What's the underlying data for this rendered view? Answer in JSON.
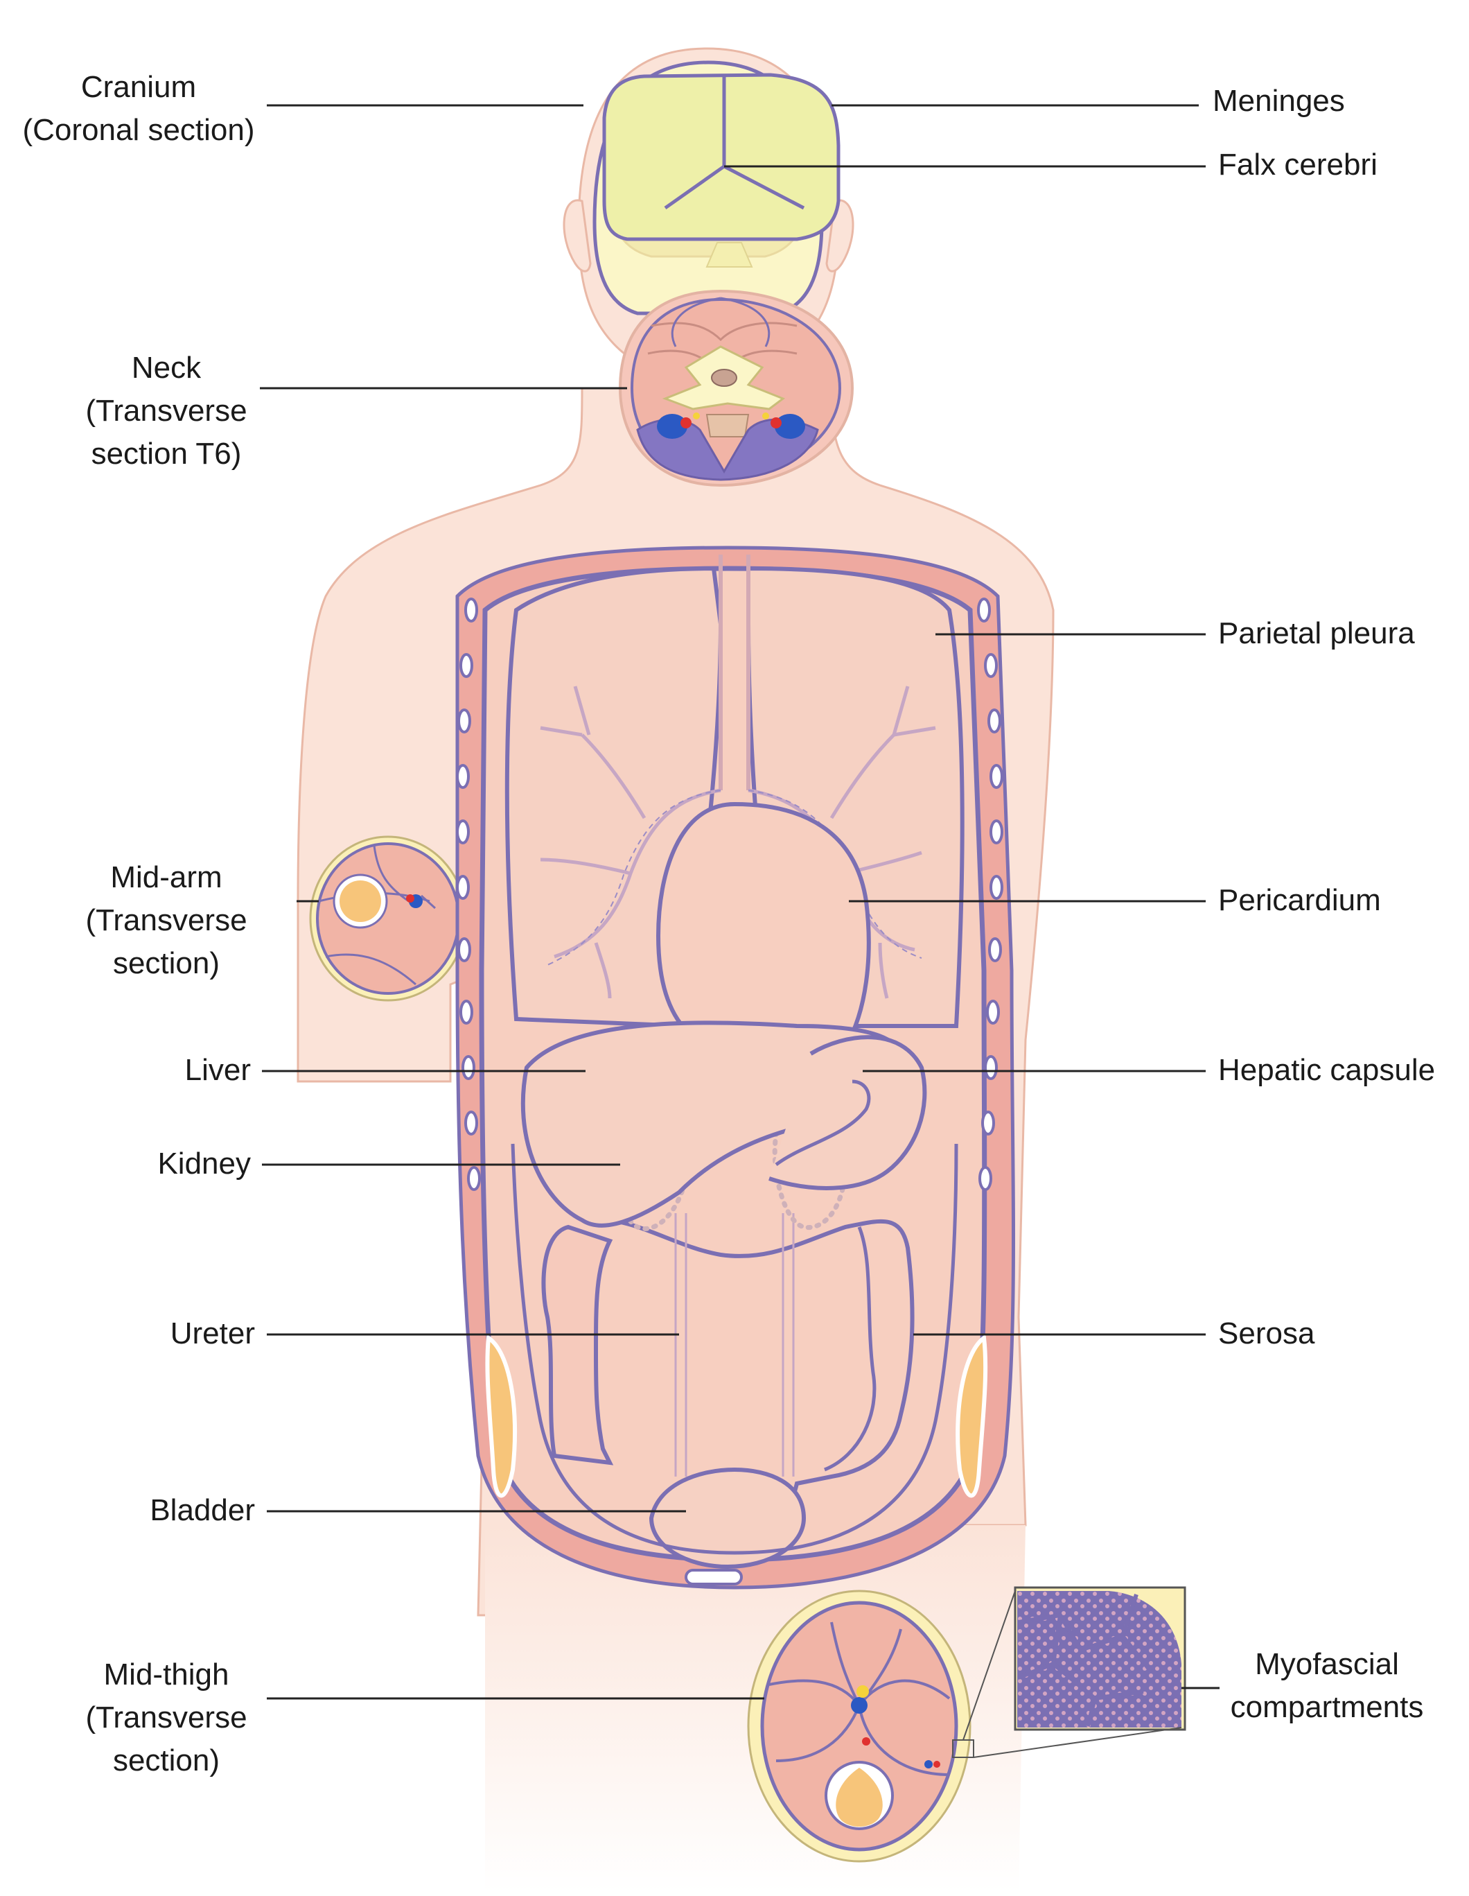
{
  "labels": {
    "cranium": "Cranium\n(Coronal section)",
    "neck": "Neck\n(Transverse\nsection T6)",
    "mid_arm": "Mid-arm\n(Transverse\nsection)",
    "liver": "Liver",
    "kidney": "Kidney",
    "ureter": "Ureter",
    "bladder": "Bladder",
    "mid_thigh": "Mid-thigh\n(Transverse\nsection)",
    "meninges": "Meninges",
    "falx_cerebri": "Falx cerebri",
    "parietal_pleura": "Parietal pleura",
    "pericardium": "Pericardium",
    "hepatic_capsule": "Hepatic capsule",
    "serosa": "Serosa",
    "myofascial_compartments": "Myofascial\ncompartments"
  },
  "colors": {
    "skin": "#fbe3d8",
    "skin_outline": "#e9b8a6",
    "fascia": "#7b6fb3",
    "muscle": "#f1b4a6",
    "organ": "#f7cfc0",
    "bone": "#fbf6c8",
    "marrow": "#f7c57a",
    "artery": "#e0312f",
    "vein": "#2b59c3",
    "leader": "#222222"
  }
}
